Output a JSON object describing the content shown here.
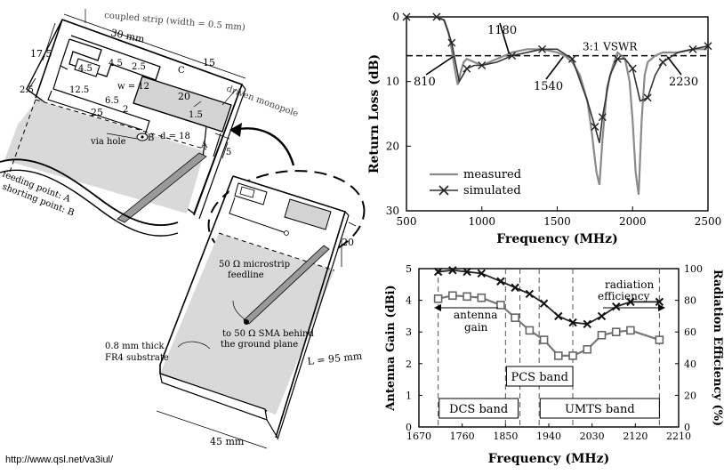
{
  "source_url": "http://www.qsl.net/va3iul/",
  "antenna": {
    "top_labels": {
      "coupled_strip": "coupled strip (width = 0.5 mm)",
      "driven_monopole": "driven monopole",
      "via_hole": "via hole",
      "feeding_point": "feeding point: A",
      "shorting_point": "shorting point: B"
    },
    "dims": {
      "d30": "30 mm",
      "d15": "15",
      "d17_5": "17.5",
      "d4_5a": "4.5",
      "d4_5b": "4.5",
      "d2_5a": "2.5",
      "d12_5": "12.5",
      "d6_5": "6.5",
      "w12": "w = 12",
      "d20a": "20",
      "d2_5b": "2.5",
      "d25": "25",
      "d2": "2",
      "d1_5": "1.5",
      "d18": "d = 18",
      "d5": "5",
      "pA": "A",
      "pB": "B",
      "pC": "C",
      "d20b": "20",
      "d45": "45 mm",
      "L95": "L = 95 mm"
    },
    "board_labels": {
      "microstrip": "50 Ω microstrip",
      "feedline": "feedline",
      "sma1": "to 50 Ω SMA behind",
      "sma2": "the ground plane",
      "sub1": "0.8 mm thick",
      "sub2": "FR4 substrate"
    }
  },
  "chart_data": [
    {
      "type": "line",
      "xlabel": "Frequency (MHz)",
      "ylabel": "Return Loss (dB)",
      "xlim": [
        500,
        2500
      ],
      "ylim": [
        0,
        30
      ],
      "y_inverted": true,
      "xticks": [
        500,
        1000,
        1500,
        2000,
        2500
      ],
      "yticks": [
        0,
        10,
        20,
        30
      ],
      "reference_line": {
        "label": "3:1 VSWR",
        "y": 6
      },
      "annotations": [
        "810",
        "1180",
        "1540",
        "2230"
      ],
      "series": [
        {
          "name": "measured",
          "x": [
            500,
            600,
            700,
            750,
            780,
            800,
            820,
            840,
            860,
            880,
            900,
            950,
            1000,
            1050,
            1100,
            1150,
            1200,
            1300,
            1400,
            1500,
            1550,
            1600,
            1650,
            1700,
            1730,
            1760,
            1780,
            1800,
            1830,
            1870,
            1900,
            1950,
            1980,
            2000,
            2020,
            2040,
            2060,
            2080,
            2100,
            2150,
            2200,
            2300,
            2400,
            2500
          ],
          "y": [
            0,
            0,
            0,
            0.5,
            2.5,
            5,
            8,
            10.5,
            8.5,
            7,
            6.5,
            7,
            7.5,
            7,
            6.5,
            6,
            5.5,
            5,
            5,
            5.5,
            6,
            7,
            9,
            13,
            18,
            24,
            26,
            19,
            11,
            7.5,
            5.5,
            6.5,
            10,
            16,
            24,
            27.5,
            16,
            9,
            7,
            6,
            5.5,
            5.5,
            5,
            5
          ]
        },
        {
          "name": "simulated",
          "x": [
            500,
            600,
            700,
            750,
            800,
            850,
            900,
            950,
            1000,
            1100,
            1200,
            1300,
            1400,
            1500,
            1600,
            1700,
            1750,
            1780,
            1800,
            1850,
            1900,
            1950,
            2000,
            2050,
            2100,
            2150,
            2200,
            2300,
            2400,
            2500
          ],
          "y": [
            0,
            0,
            0,
            0.5,
            4,
            10,
            8,
            7.5,
            7.5,
            7,
            6,
            5.5,
            5,
            5,
            6.5,
            13,
            17,
            19.5,
            15.5,
            9,
            6.5,
            6.5,
            8,
            13,
            12.5,
            9,
            7,
            5.5,
            5,
            4.5
          ]
        }
      ]
    },
    {
      "type": "line",
      "xlabel": "Frequency (MHz)",
      "ylabel": "Antenna Gain (dBi)",
      "y2label": "Radiation Efficiency (%)",
      "xlim": [
        1670,
        2210
      ],
      "ylim": [
        0,
        5
      ],
      "y2lim": [
        0,
        100
      ],
      "xticks": [
        1670,
        1760,
        1850,
        1940,
        2030,
        2120,
        2210
      ],
      "yticks": [
        0,
        1,
        2,
        3,
        4,
        5
      ],
      "y2ticks": [
        0,
        20,
        40,
        60,
        80,
        100
      ],
      "bands": [
        {
          "label": "DCS band",
          "from": 1710,
          "to": 1880
        },
        {
          "label": "PCS band",
          "from": 1850,
          "to": 1990
        },
        {
          "label": "UMTS band",
          "from": 1920,
          "to": 2170
        }
      ],
      "annotations": [
        "antenna gain",
        "radiation efficiency"
      ],
      "series": [
        {
          "name": "antenna gain",
          "axis": "left",
          "x": [
            1710,
            1740,
            1770,
            1800,
            1840,
            1870,
            1900,
            1930,
            1960,
            1990,
            2020,
            2050,
            2080,
            2110,
            2170
          ],
          "y": [
            4.05,
            4.15,
            4.12,
            4.08,
            3.85,
            3.45,
            3.05,
            2.75,
            2.25,
            2.25,
            2.45,
            2.9,
            3.0,
            3.05,
            2.75
          ]
        },
        {
          "name": "radiation efficiency",
          "axis": "right",
          "x": [
            1710,
            1740,
            1770,
            1800,
            1840,
            1870,
            1900,
            1930,
            1960,
            1990,
            2020,
            2050,
            2080,
            2110,
            2170
          ],
          "y": [
            98,
            99,
            98,
            97,
            92,
            88,
            84,
            78,
            70,
            66,
            65,
            70,
            76,
            79,
            79
          ]
        }
      ]
    }
  ]
}
